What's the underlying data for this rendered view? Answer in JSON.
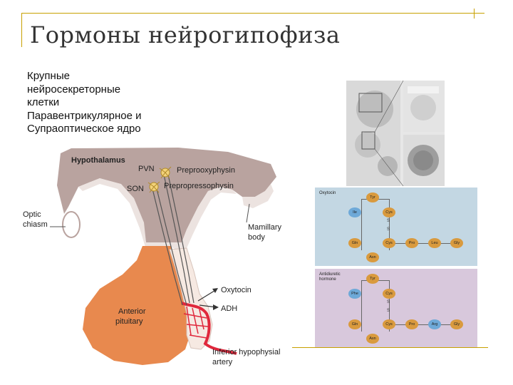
{
  "slide": {
    "title": "Гормоны нейрогипофиза",
    "text_lines": [
      "Крупные",
      "нейросекреторные",
      "клетки",
      "Паравентрикулярное и",
      "Супраоптическое ядро"
    ]
  },
  "diagram": {
    "labels": {
      "hypothalamus": "Hypothalamus",
      "pvn": "PVN",
      "son": "SON",
      "preprooxyphysin": "Preprooxyphysin",
      "prepropressophysin": "Prepropressophysin",
      "optic_chiasm_1": "Optic",
      "optic_chiasm_2": "chiasm",
      "mamillary_1": "Mamillary",
      "mamillary_2": "body",
      "anterior_1": "Anterior",
      "anterior_2": "pituitary",
      "oxytocin": "Oxytocin",
      "adh": "ADH",
      "inferior_1": "Inferior hypophysial",
      "inferior_2": "artery"
    },
    "colors": {
      "hypothalamus": "#b9a39f",
      "hypothalamus_light": "#ece3e0",
      "pituitary": "#e8894e",
      "posterior": "#f6e9e2",
      "artery": "#e0283c",
      "neuron": "#f2d27a"
    }
  },
  "oxytocin_panel": {
    "title": "Oxytocin",
    "residues": [
      "Tyr",
      "Ile",
      "Cys",
      "S",
      "S",
      "Gln",
      "Cys",
      "Pro",
      "Leu",
      "Gly",
      "Asn"
    ]
  },
  "adh_panel": {
    "title": "Antidiuretic\nhormone",
    "residues": [
      "Tyr",
      "Phe",
      "Cys",
      "S",
      "S",
      "Gln",
      "Cys",
      "Pro",
      "Arg",
      "Gly",
      "Asn"
    ]
  }
}
